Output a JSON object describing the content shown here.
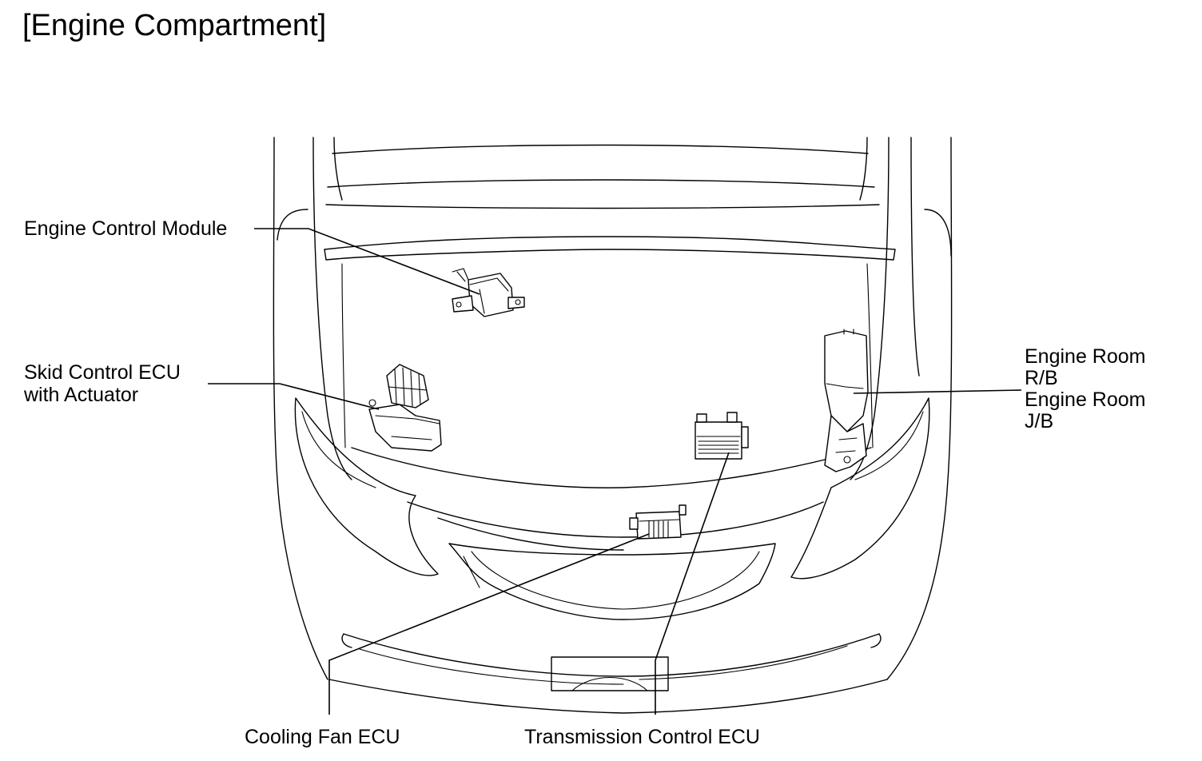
{
  "title": "[Engine Compartment]",
  "labels": {
    "engine_control_module": "Engine Control Module",
    "skid_control_ecu_line1": "Skid Control ECU",
    "skid_control_ecu_line2": "with Actuator",
    "engine_room_rb_line1": "Engine Room",
    "engine_room_rb_line2": "R/B",
    "engine_room_jb_line1": "Engine Room",
    "engine_room_jb_line2": "J/B",
    "cooling_fan_ecu": "Cooling Fan ECU",
    "transmission_control_ecu": "Transmission Control ECU"
  }
}
